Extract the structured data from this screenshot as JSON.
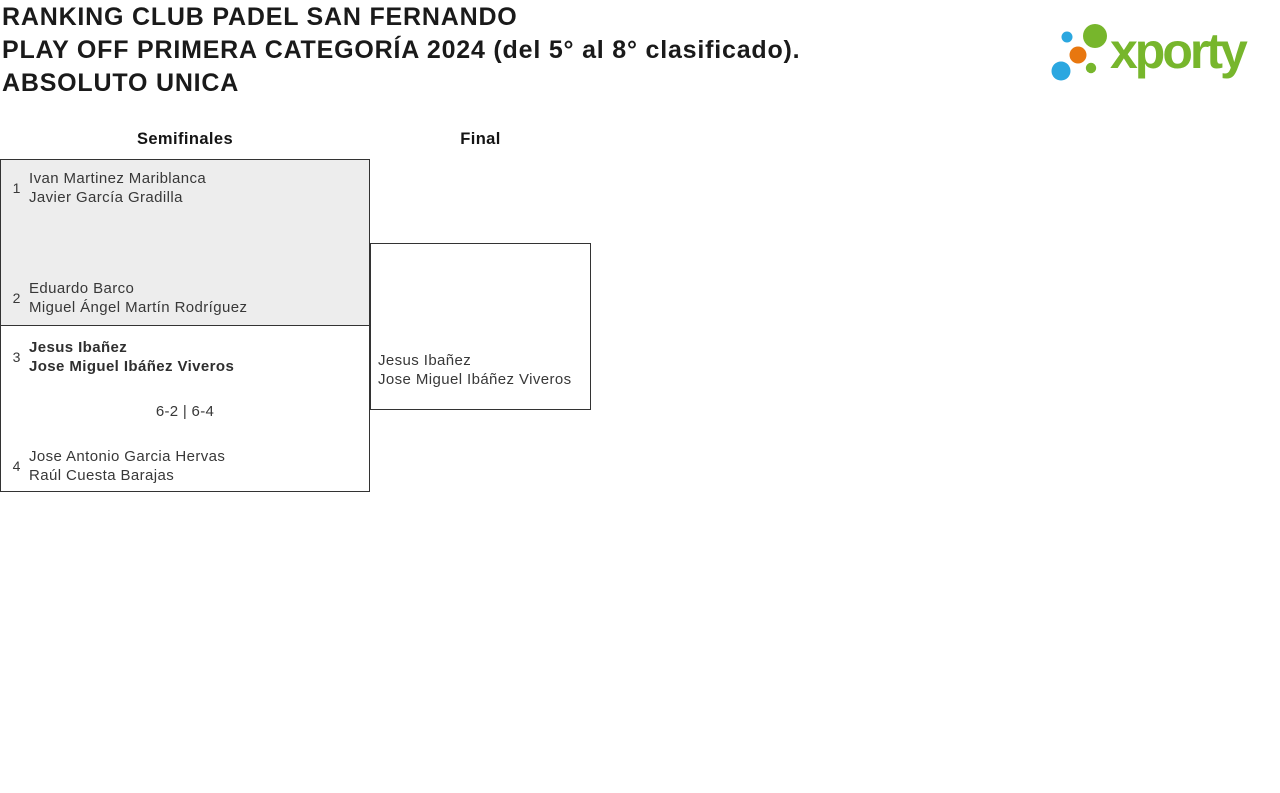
{
  "header": {
    "title_lines": [
      "RANKING CLUB PADEL SAN FERNANDO",
      "PLAY OFF PRIMERA CATEGORÍA 2024 (del 5° al 8° clasificado).",
      "ABSOLUTO UNICA"
    ]
  },
  "logo": {
    "wordmark": "xporty",
    "colors": {
      "green": "#77b62c",
      "blue": "#2ba7e0",
      "orange": "#e8770f"
    }
  },
  "bracket": {
    "round_headers": [
      {
        "label": "Semifinales"
      },
      {
        "label": "Final"
      }
    ],
    "semifinal_1": {
      "team_1": {
        "seed": "1",
        "player_1": "Ivan Martinez Mariblanca",
        "player_2": "Javier García Gradilla",
        "winner": false
      },
      "team_2": {
        "seed": "2",
        "player_1": "Eduardo Barco",
        "player_2": "Miguel Ángel Martín Rodríguez",
        "winner": false
      },
      "score": ""
    },
    "semifinal_2": {
      "team_1": {
        "seed": "3",
        "player_1": "Jesus Ibañez",
        "player_2": "Jose Miguel Ibáñez Viveros",
        "winner": true
      },
      "team_2": {
        "seed": "4",
        "player_1": "Jose Antonio Garcia Hervas",
        "player_2": "Raúl Cuesta Barajas",
        "winner": false
      },
      "score": "6-2 | 6-4"
    },
    "final": {
      "winner": {
        "player_1": "Jesus Ibañez",
        "player_2": "Jose Miguel Ibáñez Viveros"
      }
    }
  },
  "colors": {
    "box_border": "#333333",
    "box_gray_bg": "#ededed",
    "box_white_bg": "#ffffff",
    "text": "#383838",
    "title_text": "#1a1a1a"
  }
}
